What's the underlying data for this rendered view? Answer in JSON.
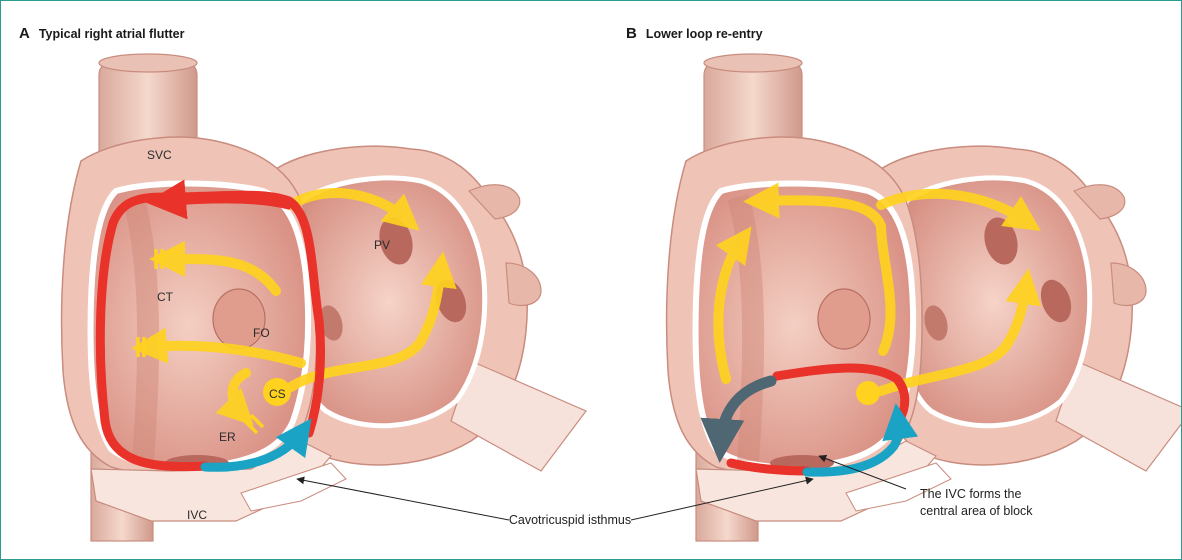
{
  "panels": [
    {
      "letter": "A",
      "title": "Typical right atrial flutter"
    },
    {
      "letter": "B",
      "title": "Lower loop re-entry"
    }
  ],
  "labels": {
    "svc": "SVC",
    "ivc": "IVC",
    "ct": "CT",
    "fo": "FO",
    "pv": "PV",
    "cs": "CS",
    "er": "ER"
  },
  "callouts": {
    "isthmus": "Cavotricuspid isthmus",
    "ivc_block_line1": "The IVC forms the",
    "ivc_block_line2": "central area of block"
  },
  "colors": {
    "border": "#2a9b8f",
    "tissue": "#f2cdbf",
    "tissue_dark": "#d99d8e",
    "cavity": "#eab3a6",
    "red_circuit": "#e8322a",
    "blue_isthmus": "#1aa3c4",
    "slate_block": "#4f6673",
    "yellow_activation": "#ffd21f"
  },
  "icons": [
    "conduction-block-icon"
  ]
}
